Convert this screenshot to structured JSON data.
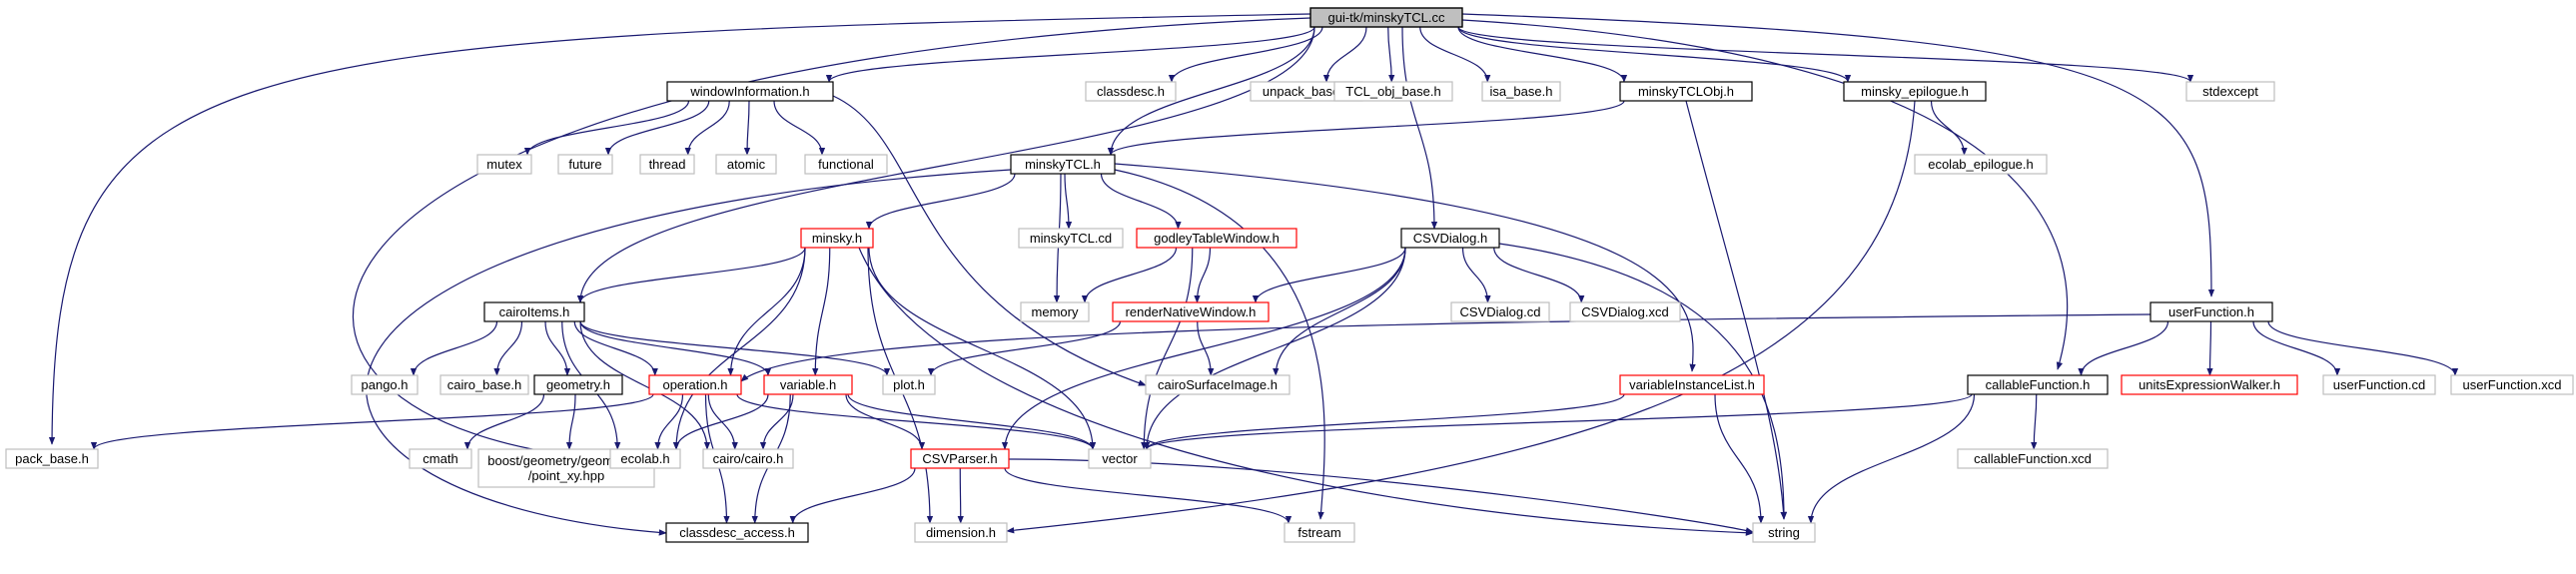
{
  "colors": {
    "edge": "#191970",
    "node_root_fill": "#bfbfbf",
    "node_border_black": "#000000",
    "node_border_red": "#ff0000",
    "node_border_gray": "#bfbfbf",
    "text": "#000000"
  },
  "nodes": [
    {
      "id": "root",
      "label": "gui-tk/minskyTCL.cc",
      "style": "root"
    },
    {
      "id": "windowInformation",
      "label": "windowInformation.h",
      "style": "black"
    },
    {
      "id": "classdesc",
      "label": "classdesc.h",
      "style": "gray"
    },
    {
      "id": "unpack_base",
      "label": "unpack_base.h",
      "style": "gray"
    },
    {
      "id": "tcl_obj_base",
      "label": "TCL_obj_base.h",
      "style": "gray"
    },
    {
      "id": "isa_base",
      "label": "isa_base.h",
      "style": "gray"
    },
    {
      "id": "minskyTCLObj",
      "label": "minskyTCLObj.h",
      "style": "black"
    },
    {
      "id": "minsky_epilogue",
      "label": "minsky_epilogue.h",
      "style": "black"
    },
    {
      "id": "stdexcept",
      "label": "stdexcept",
      "style": "gray"
    },
    {
      "id": "mutex",
      "label": "mutex",
      "style": "gray"
    },
    {
      "id": "future",
      "label": "future",
      "style": "gray"
    },
    {
      "id": "thread",
      "label": "thread",
      "style": "gray"
    },
    {
      "id": "atomic",
      "label": "atomic",
      "style": "gray"
    },
    {
      "id": "functional",
      "label": "functional",
      "style": "gray"
    },
    {
      "id": "minskyTCL",
      "label": "minskyTCL.h",
      "style": "black"
    },
    {
      "id": "ecolab_epilogue",
      "label": "ecolab_epilogue.h",
      "style": "gray"
    },
    {
      "id": "minsky",
      "label": "minsky.h",
      "style": "red"
    },
    {
      "id": "minskyTCLcd",
      "label": "minskyTCL.cd",
      "style": "gray"
    },
    {
      "id": "godley",
      "label": "godleyTableWindow.h",
      "style": "red"
    },
    {
      "id": "csvdialog",
      "label": "CSVDialog.h",
      "style": "black"
    },
    {
      "id": "memory",
      "label": "memory",
      "style": "gray"
    },
    {
      "id": "renderNative",
      "label": "renderNativeWindow.h",
      "style": "red"
    },
    {
      "id": "csvdialogcd",
      "label": "CSVDialog.cd",
      "style": "gray"
    },
    {
      "id": "csvdialogxcd",
      "label": "CSVDialog.xcd",
      "style": "gray"
    },
    {
      "id": "userFunction",
      "label": "userFunction.h",
      "style": "black"
    },
    {
      "id": "cairoItems",
      "label": "cairoItems.h",
      "style": "black"
    },
    {
      "id": "pango",
      "label": "pango.h",
      "style": "gray"
    },
    {
      "id": "cairo_base",
      "label": "cairo_base.h",
      "style": "gray"
    },
    {
      "id": "geometry",
      "label": "geometry.h",
      "style": "black"
    },
    {
      "id": "operation",
      "label": "operation.h",
      "style": "red"
    },
    {
      "id": "variable",
      "label": "variable.h",
      "style": "red"
    },
    {
      "id": "plot",
      "label": "plot.h",
      "style": "gray"
    },
    {
      "id": "cairoSurface",
      "label": "cairoSurfaceImage.h",
      "style": "gray"
    },
    {
      "id": "varInstList",
      "label": "variableInstanceList.h",
      "style": "red"
    },
    {
      "id": "callableFunction",
      "label": "callableFunction.h",
      "style": "black"
    },
    {
      "id": "unitsWalker",
      "label": "unitsExpressionWalker.h",
      "style": "red"
    },
    {
      "id": "userFunctioncd",
      "label": "userFunction.cd",
      "style": "gray"
    },
    {
      "id": "userFunctionxcd",
      "label": "userFunction.xcd",
      "style": "gray"
    },
    {
      "id": "pack_base",
      "label": "pack_base.h",
      "style": "gray"
    },
    {
      "id": "cmath",
      "label": "cmath",
      "style": "gray"
    },
    {
      "id": "boostgeom",
      "label": "boost/geometry/geometries\n/point_xy.hpp",
      "style": "gray"
    },
    {
      "id": "ecolab",
      "label": "ecolab.h",
      "style": "gray"
    },
    {
      "id": "cairo",
      "label": "cairo/cairo.h",
      "style": "gray"
    },
    {
      "id": "vector",
      "label": "vector",
      "style": "gray"
    },
    {
      "id": "csvparser",
      "label": "CSVParser.h",
      "style": "red"
    },
    {
      "id": "callableFunctionxcd",
      "label": "callableFunction.xcd",
      "style": "gray"
    },
    {
      "id": "classdesc_access",
      "label": "classdesc_access.h",
      "style": "black"
    },
    {
      "id": "dimension",
      "label": "dimension.h",
      "style": "gray"
    },
    {
      "id": "fstream",
      "label": "fstream",
      "style": "gray"
    },
    {
      "id": "string",
      "label": "string",
      "style": "gray"
    }
  ],
  "edges": [
    [
      "root",
      "windowInformation"
    ],
    [
      "root",
      "classdesc"
    ],
    [
      "root",
      "unpack_base"
    ],
    [
      "root",
      "tcl_obj_base"
    ],
    [
      "root",
      "isa_base"
    ],
    [
      "root",
      "minskyTCLObj"
    ],
    [
      "root",
      "minsky_epilogue"
    ],
    [
      "root",
      "stdexcept"
    ],
    [
      "root",
      "minskyTCL"
    ],
    [
      "root",
      "csvdialog"
    ],
    [
      "root",
      "userFunction"
    ],
    [
      "root",
      "cairoItems"
    ],
    [
      "root",
      "callableFunction"
    ],
    [
      "root",
      "pack_base"
    ],
    [
      "root",
      "ecolab"
    ],
    [
      "windowInformation",
      "mutex"
    ],
    [
      "windowInformation",
      "future"
    ],
    [
      "windowInformation",
      "thread"
    ],
    [
      "windowInformation",
      "atomic"
    ],
    [
      "windowInformation",
      "functional"
    ],
    [
      "windowInformation",
      "cairoSurface"
    ],
    [
      "minskyTCLObj",
      "minskyTCL"
    ],
    [
      "minskyTCLObj",
      "string"
    ],
    [
      "minsky_epilogue",
      "ecolab_epilogue"
    ],
    [
      "minsky_epilogue",
      "dimension"
    ],
    [
      "minskyTCL",
      "minsky"
    ],
    [
      "minskyTCL",
      "minskyTCLcd"
    ],
    [
      "minskyTCL",
      "godley"
    ],
    [
      "minskyTCL",
      "memory"
    ],
    [
      "minskyTCL",
      "varInstList"
    ],
    [
      "minskyTCL",
      "fstream"
    ],
    [
      "minskyTCL",
      "classdesc_access"
    ],
    [
      "minsky",
      "cairoItems"
    ],
    [
      "minsky",
      "operation"
    ],
    [
      "minsky",
      "variable"
    ],
    [
      "minsky",
      "ecolab"
    ],
    [
      "minsky",
      "vector"
    ],
    [
      "minsky",
      "dimension"
    ],
    [
      "minsky",
      "string"
    ],
    [
      "godley",
      "renderNative"
    ],
    [
      "godley",
      "memory"
    ],
    [
      "godley",
      "vector"
    ],
    [
      "csvdialog",
      "renderNative"
    ],
    [
      "csvdialog",
      "csvdialogcd"
    ],
    [
      "csvdialog",
      "csvdialogxcd"
    ],
    [
      "csvdialog",
      "cairoSurface"
    ],
    [
      "csvdialog",
      "vector"
    ],
    [
      "csvdialog",
      "string"
    ],
    [
      "csvdialog",
      "csvparser"
    ],
    [
      "renderNative",
      "cairoSurface"
    ],
    [
      "renderNative",
      "plot"
    ],
    [
      "userFunction",
      "callableFunction"
    ],
    [
      "userFunction",
      "unitsWalker"
    ],
    [
      "userFunction",
      "userFunctioncd"
    ],
    [
      "userFunction",
      "userFunctionxcd"
    ],
    [
      "userFunction",
      "operation"
    ],
    [
      "cairoItems",
      "pango"
    ],
    [
      "cairoItems",
      "cairo_base"
    ],
    [
      "cairoItems",
      "geometry"
    ],
    [
      "cairoItems",
      "operation"
    ],
    [
      "cairoItems",
      "variable"
    ],
    [
      "cairoItems",
      "plot"
    ],
    [
      "cairoItems",
      "ecolab"
    ],
    [
      "cairoItems",
      "cairo"
    ],
    [
      "geometry",
      "cmath"
    ],
    [
      "geometry",
      "boostgeom"
    ],
    [
      "operation",
      "ecolab"
    ],
    [
      "operation",
      "cairo"
    ],
    [
      "operation",
      "classdesc_access"
    ],
    [
      "operation",
      "vector"
    ],
    [
      "operation",
      "pack_base"
    ],
    [
      "variable",
      "ecolab"
    ],
    [
      "variable",
      "cairo"
    ],
    [
      "variable",
      "classdesc_access"
    ],
    [
      "variable",
      "csvparser"
    ],
    [
      "variable",
      "vector"
    ],
    [
      "varInstList",
      "vector"
    ],
    [
      "varInstList",
      "string"
    ],
    [
      "callableFunction",
      "vector"
    ],
    [
      "callableFunction",
      "callableFunctionxcd"
    ],
    [
      "callableFunction",
      "string"
    ],
    [
      "csvparser",
      "classdesc_access"
    ],
    [
      "csvparser",
      "dimension"
    ],
    [
      "csvparser",
      "fstream"
    ],
    [
      "csvparser",
      "string"
    ]
  ]
}
